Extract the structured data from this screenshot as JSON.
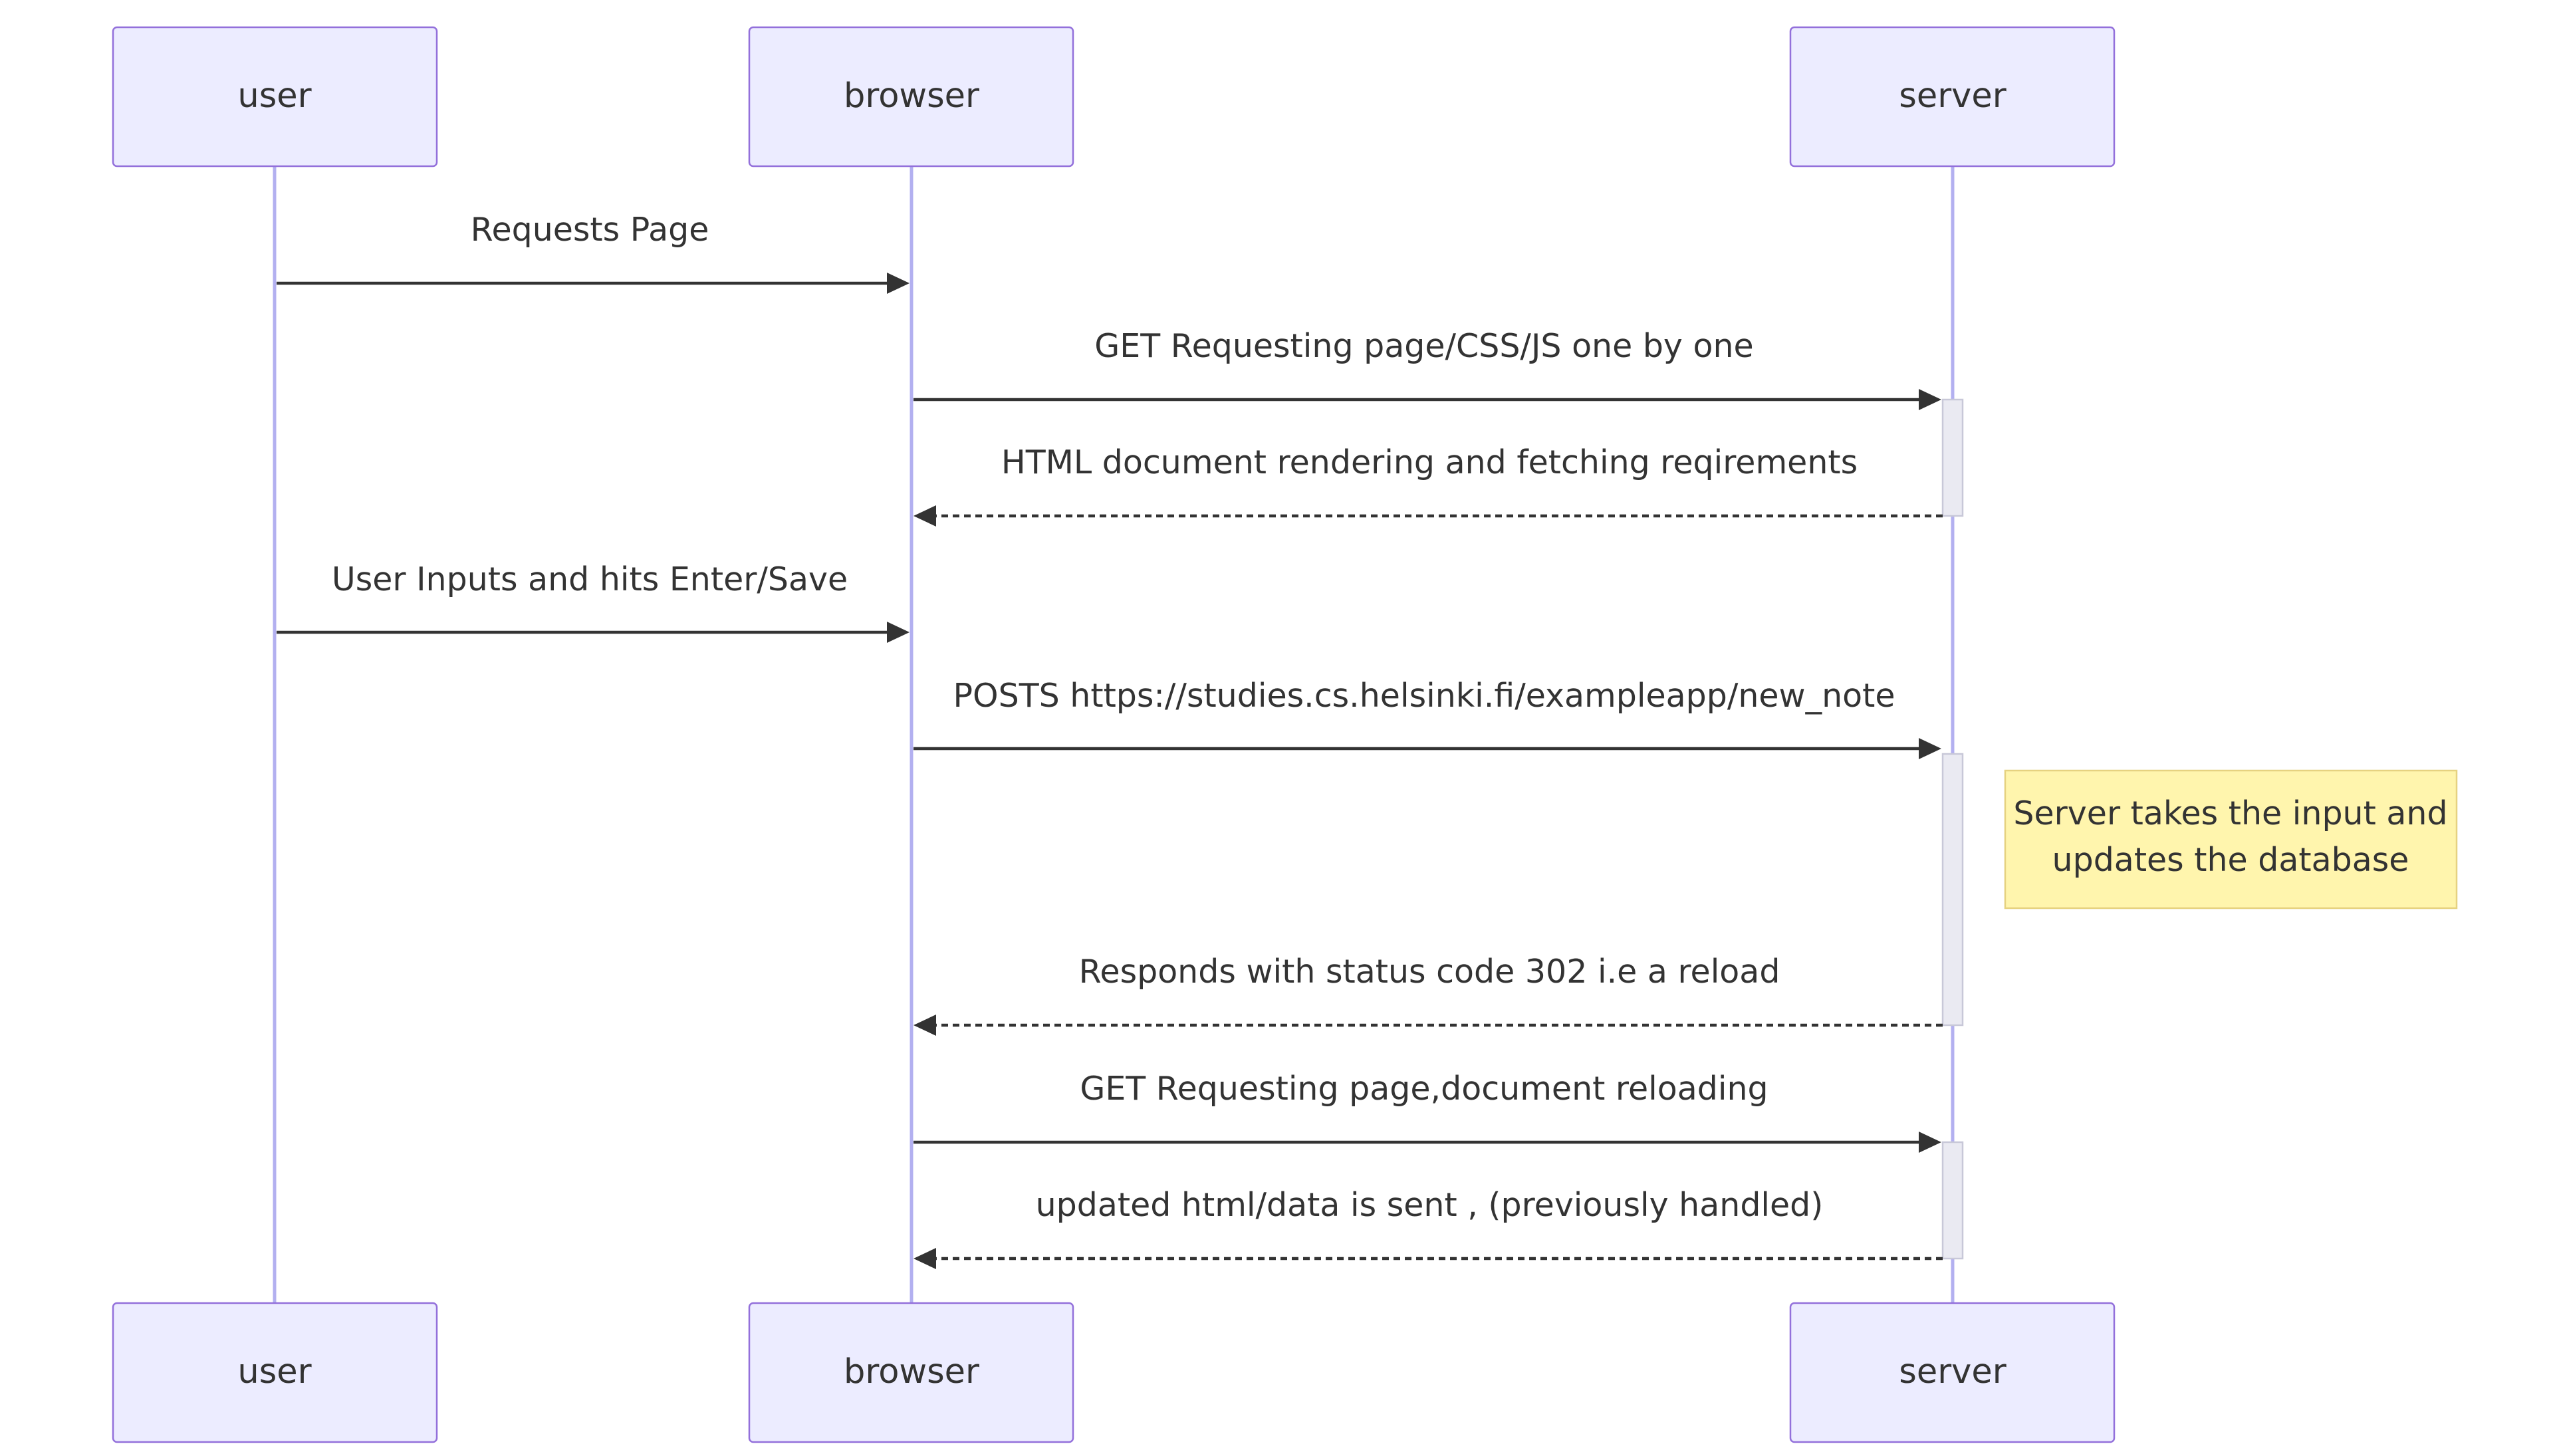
{
  "participants": [
    {
      "id": "user",
      "label": "user"
    },
    {
      "id": "browser",
      "label": "browser"
    },
    {
      "id": "server",
      "label": "server"
    }
  ],
  "messages": [
    {
      "from": "user",
      "to": "browser",
      "label": "Requests Page",
      "style": "solid"
    },
    {
      "from": "browser",
      "to": "server",
      "label": "GET Requesting page/CSS/JS one by one",
      "style": "solid"
    },
    {
      "from": "server",
      "to": "browser",
      "label": "HTML document rendering and fetching reqirements",
      "style": "dashed"
    },
    {
      "from": "user",
      "to": "browser",
      "label": "User Inputs and hits Enter/Save",
      "style": "solid"
    },
    {
      "from": "browser",
      "to": "server",
      "label": "POSTS https://studies.cs.helsinki.fi/exampleapp/new_note",
      "style": "solid"
    },
    {
      "from": "server",
      "to": "browser",
      "label": "Responds with status code 302 i.e a reload",
      "style": "dashed"
    },
    {
      "from": "browser",
      "to": "server",
      "label": "GET Requesting page,document reloading",
      "style": "solid"
    },
    {
      "from": "server",
      "to": "browser",
      "label": "updated html/data is sent , (previously handled)",
      "style": "dashed"
    }
  ],
  "note": {
    "attached_to": "server",
    "placement": "right of",
    "lines": [
      "Server takes the input and",
      "updates the database"
    ]
  },
  "colors": {
    "actor_fill": "#ECECFF",
    "actor_border": "#9370DB",
    "lifeline": "#B3B0F0",
    "activation_fill": "#EAEAF2",
    "message_line": "#333333",
    "note_fill": "#FFF5AD",
    "note_border": "#E6D280",
    "text": "#333333"
  }
}
